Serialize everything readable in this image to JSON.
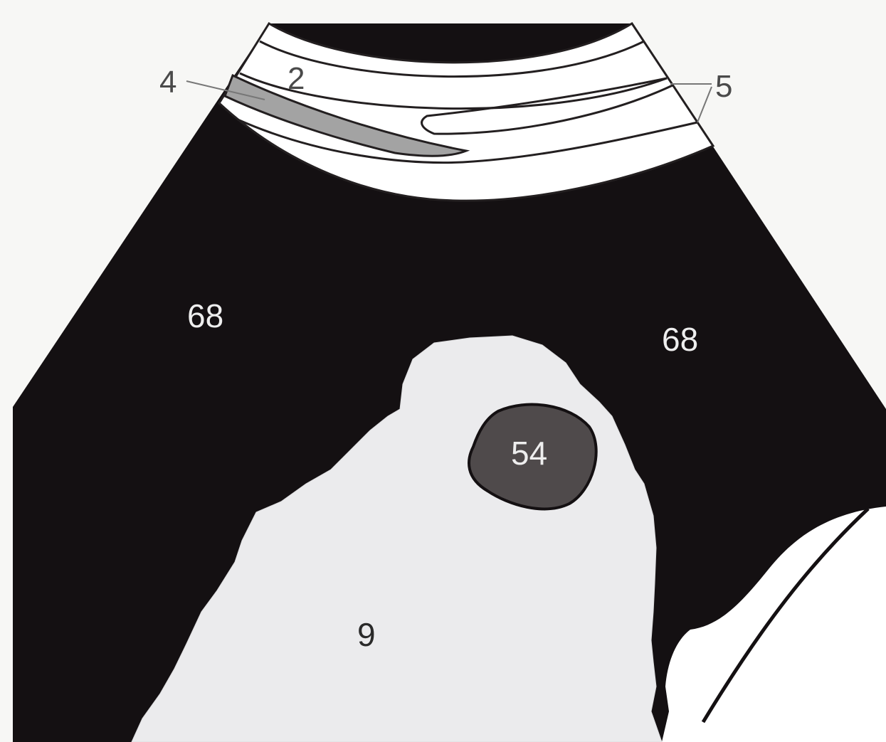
{
  "diagram": {
    "labels": {
      "superficial_layer": "2",
      "gray_layer": "4",
      "thin_layers": "5",
      "dark_region_left": "68",
      "dark_region_right": "68",
      "central_structure": "54",
      "bright_mass": "9"
    },
    "colors": {
      "background": "#f7f7f5",
      "dark_field": "#141012",
      "bright_mass": "#ebebed",
      "gray_layer": "#a3a3a3",
      "central_structure": "#4f4a4b",
      "outline": "#231f20"
    }
  }
}
